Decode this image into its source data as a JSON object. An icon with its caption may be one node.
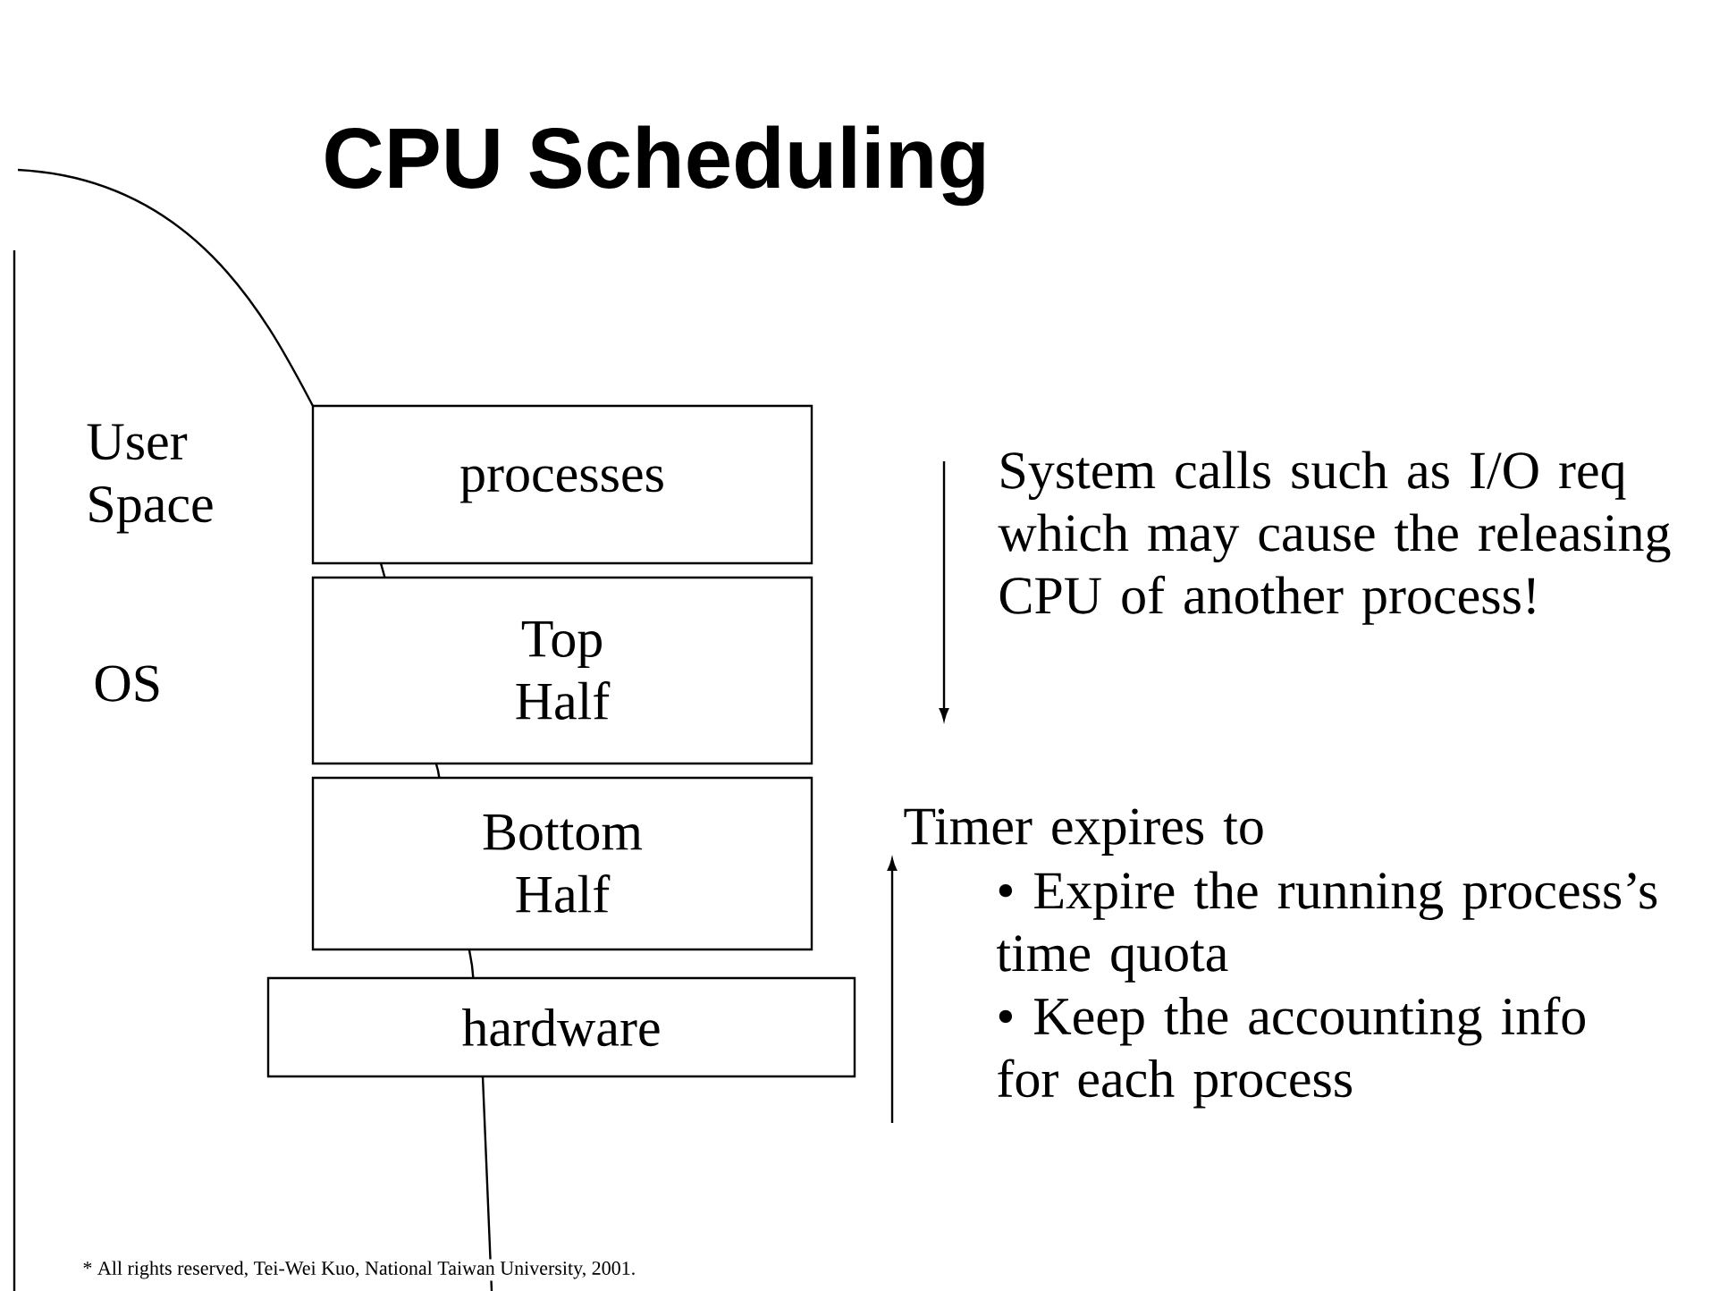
{
  "diagram": {
    "title": "CPU Scheduling",
    "nodes": [
      {
        "text": [
          "processes"
        ]
      },
      {
        "text": [
          "Top Half"
        ]
      },
      {
        "text": [
          "Bottom Half"
        ]
      },
      {
        "text": [
          "hardware"
        ]
      }
    ],
    "labels": [
      "User Space",
      "OS",
      "System calls such as I/O req which may cause the releasing CPU of another process!",
      "Timer expires to",
      "• Expire the running process’s time quota",
      "• Keep the accounting info for each process",
      "* All rights reserved, Tei-Wei Kuo, National Taiwan University, 2001."
    ]
  }
}
